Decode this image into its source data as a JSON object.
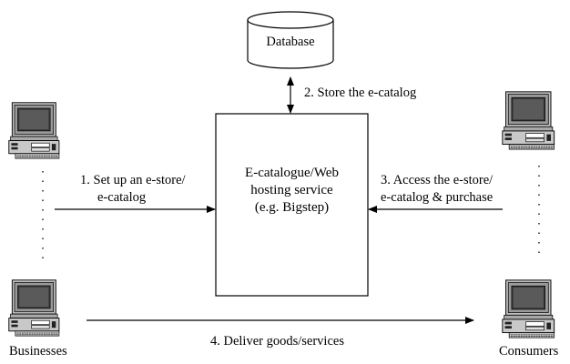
{
  "database": {
    "label": "Database"
  },
  "center_box": {
    "line1": "E-catalogue/Web",
    "line2": "hosting service",
    "line3": "(e.g. Bigstep)"
  },
  "steps": {
    "step1_line1": "1. Set up an e-store/",
    "step1_line2": "e-catalog",
    "step2": "2. Store the e-catalog",
    "step3_line1": "3. Access the e-store/",
    "step3_line2": "e-catalog & purchase",
    "step4": "4. Deliver goods/services"
  },
  "actors": {
    "left": "Businesses",
    "right": "Consumers"
  },
  "icons": {
    "computer": "desktop-computer-icon",
    "database": "database-cylinder-icon"
  }
}
